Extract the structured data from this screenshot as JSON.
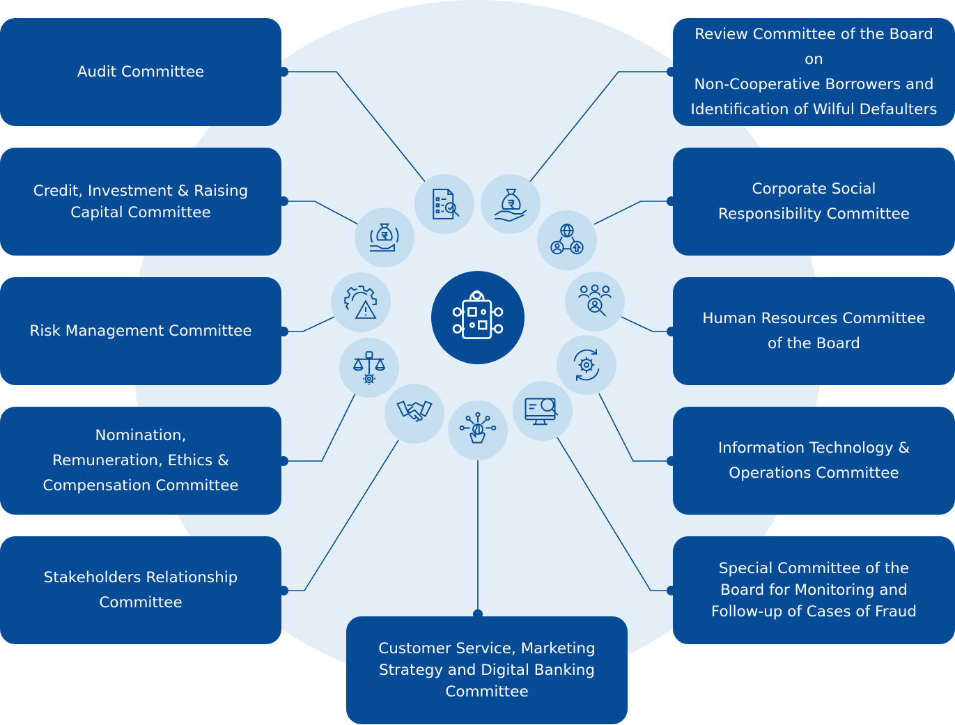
{
  "colors": {
    "box": "#054b96",
    "background_circle": "#e3eef7",
    "icon_circle": "#c6dff0",
    "icon_stroke": "#054b96"
  },
  "committees": {
    "audit": "Audit Committee",
    "credit": "Credit, Investment & Raising\nCapital Committee",
    "risk": "Risk Management Committee",
    "nomination": "Nomination,\nRemuneration, Ethics &\nCompensation Committee",
    "stakeholders": "Stakeholders Relationship\nCommittee",
    "customer": "Customer Service, Marketing\nStrategy and Digital Banking\nCommittee",
    "review": "Review Committee of the Board on\nNon-Cooperative Borrowers and\nIdentification of Wilful Defaulters",
    "csr": "Corporate Social\nResponsibility Committee",
    "hr": "Human Resources Committee\nof the Board",
    "it": "Information Technology &\nOperations Committee",
    "fraud": "Special Committee of the\nBoard for Monitoring and\nFollow-up of Cases of Fraud"
  },
  "icons": {
    "center": "board-network-icon",
    "audit": "checklist-magnifier-icon",
    "review": "money-bag-hand-icon",
    "credit": "money-bag-cycle-icon",
    "csr": "globe-community-icon",
    "risk": "gear-warning-icon",
    "hr": "people-search-icon",
    "nomination": "scales-gear-icon",
    "it": "gear-cycle-icon",
    "stakeholders": "handshake-icon",
    "customer": "digital-touch-icon",
    "monitor": "monitor-search-icon"
  }
}
